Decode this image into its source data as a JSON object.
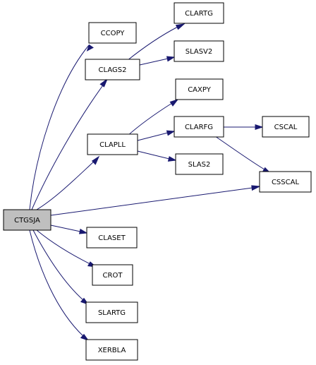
{
  "diagram": {
    "colors": {
      "edge": "#191970",
      "root_fill": "#bfbfbf",
      "node_fill": "#ffffff",
      "border": "#000000"
    },
    "nodes": {
      "ctgsja": "CTGSJA",
      "ccopy": "CCOPY",
      "clags2": "CLAGS2",
      "clartg": "CLARTG",
      "slasv2": "SLASV2",
      "caxpy": "CAXPY",
      "clapll": "CLAPLL",
      "clarfg": "CLARFG",
      "cscal": "CSCAL",
      "slas2": "SLAS2",
      "csscal": "CSSCAL",
      "claset": "CLASET",
      "crot": "CROT",
      "slartg": "SLARTG",
      "xerbla": "XERBLA"
    },
    "edges": [
      [
        "ctgsja",
        "ccopy"
      ],
      [
        "ctgsja",
        "clags2"
      ],
      [
        "ctgsja",
        "clapll"
      ],
      [
        "ctgsja",
        "csscal"
      ],
      [
        "ctgsja",
        "claset"
      ],
      [
        "ctgsja",
        "crot"
      ],
      [
        "ctgsja",
        "slartg"
      ],
      [
        "ctgsja",
        "xerbla"
      ],
      [
        "clags2",
        "clartg"
      ],
      [
        "clags2",
        "slasv2"
      ],
      [
        "clapll",
        "caxpy"
      ],
      [
        "clapll",
        "clarfg"
      ],
      [
        "clapll",
        "slas2"
      ],
      [
        "clarfg",
        "cscal"
      ],
      [
        "clarfg",
        "csscal"
      ]
    ]
  }
}
